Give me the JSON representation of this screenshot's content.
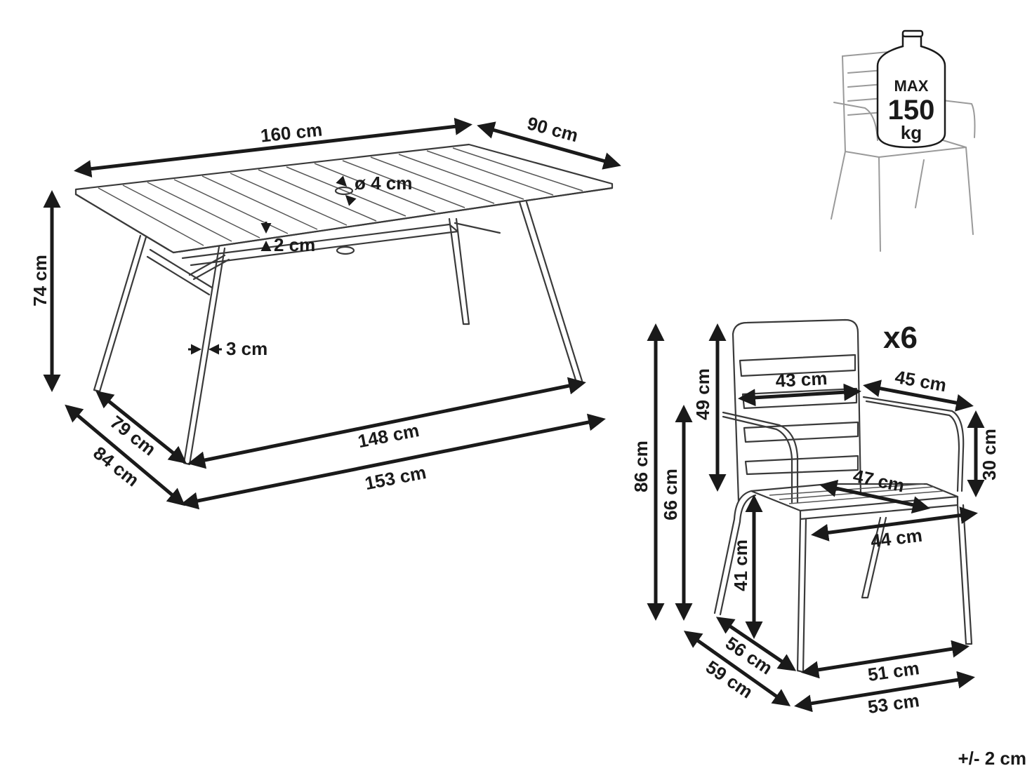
{
  "table": {
    "length": "160 cm",
    "width": "90 cm",
    "height": "74 cm",
    "hole": "ø 4 cm",
    "thickness": "2 cm",
    "leg": "3 cm",
    "depth_inner": "79 cm",
    "depth_outer": "84 cm",
    "base_inner": "148 cm",
    "base_outer": "153 cm"
  },
  "chair": {
    "quantity": "x6",
    "height": "86 cm",
    "back_height": "49 cm",
    "arm_height": "66 cm",
    "seat_height": "41 cm",
    "back_width": "43 cm",
    "arm_depth": "45 cm",
    "arm_rise": "30 cm",
    "seat_width": "47 cm",
    "seat_depth_width": "44 cm",
    "depth_inner": "56 cm",
    "depth_outer": "59 cm",
    "width_inner": "51 cm",
    "width_outer": "53 cm"
  },
  "badge": {
    "line1": "MAX",
    "line2": "150",
    "line3": "kg"
  },
  "tolerance": "+/- 2 cm"
}
